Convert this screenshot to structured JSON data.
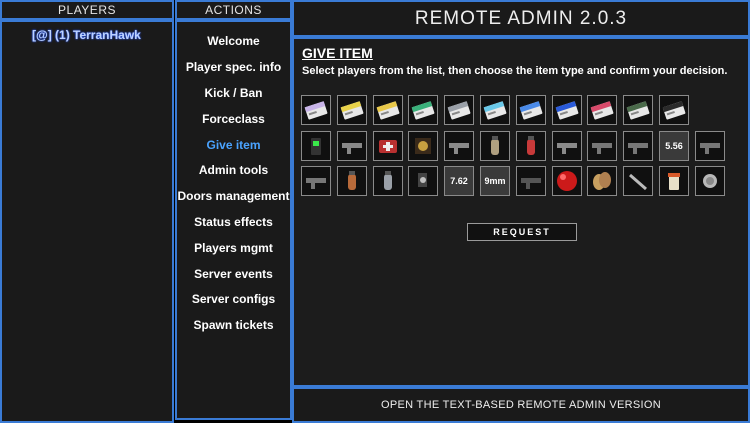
{
  "players_panel": {
    "header": "PLAYERS",
    "entries": [
      "[@] (1) TerranHawk"
    ]
  },
  "actions_panel": {
    "header": "ACTIONS",
    "items": [
      "Welcome",
      "Player spec. info",
      "Kick / Ban",
      "Forceclass",
      "Give item",
      "Admin tools",
      "Doors management",
      "Status effects",
      "Players mgmt",
      "Server events",
      "Server configs",
      "Spawn tickets"
    ],
    "active": "Give item"
  },
  "title": "REMOTE ADMIN 2.0.3",
  "give_item": {
    "heading": "GIVE ITEM",
    "description": "Select players from the list, then choose the item type and confirm your decision.",
    "request_label": "REQUEST",
    "rows": [
      [
        {
          "icon": "keycard-janitor-icon",
          "color": "#c8b4e8"
        },
        {
          "icon": "keycard-scientist-icon",
          "color": "#e8d24a"
        },
        {
          "icon": "keycard-major-scientist-icon",
          "color": "#e8c84a"
        },
        {
          "icon": "keycard-zone-manager-icon",
          "color": "#3ab07a"
        },
        {
          "icon": "keycard-guard-icon",
          "color": "#9aa0a8"
        },
        {
          "icon": "keycard-cadet-icon",
          "color": "#6ac8e8"
        },
        {
          "icon": "keycard-lieutenant-icon",
          "color": "#4a8ae8"
        },
        {
          "icon": "keycard-commander-icon",
          "color": "#2a5ad8"
        },
        {
          "icon": "keycard-facility-manager-icon",
          "color": "#d84a6a"
        },
        {
          "icon": "keycard-chaos-icon",
          "color": "#4a6a4a"
        },
        {
          "icon": "keycard-o5-icon",
          "color": "#2a2a2a"
        }
      ],
      [
        {
          "icon": "radio-icon",
          "color": "#3ae84a"
        },
        {
          "icon": "pistol-icon",
          "color": "#888888"
        },
        {
          "icon": "medkit-icon",
          "color": "#b83030"
        },
        {
          "icon": "flashlight-icon",
          "color": "#c8a040"
        },
        {
          "icon": "micro-hid-icon",
          "color": "#8a8a8a"
        },
        {
          "icon": "coin-bag-icon",
          "color": "#b0a080"
        },
        {
          "icon": "adrenaline-icon",
          "color": "#c83a3a"
        },
        {
          "icon": "disarmer-icon",
          "color": "#8a8a8a"
        },
        {
          "icon": "rifle-icon",
          "color": "#777777"
        },
        {
          "icon": "shotgun-icon",
          "color": "#777777"
        },
        {
          "text": "5.56"
        },
        {
          "icon": "smg-icon",
          "color": "#777777"
        }
      ],
      [
        {
          "icon": "carbine-icon",
          "color": "#777777"
        },
        {
          "icon": "grenade-icon",
          "color": "#b86a3a"
        },
        {
          "icon": "flashbang-icon",
          "color": "#9aa0a8"
        },
        {
          "icon": "usp-icon",
          "color": "#c0c0c0"
        },
        {
          "text": "7.62"
        },
        {
          "text": "9mm"
        },
        {
          "icon": "revolver-icon",
          "color": "#555555"
        },
        {
          "icon": "red-orb-icon",
          "color": "#cc1a1a"
        },
        {
          "icon": "bread-icon",
          "color": "#c8a060"
        },
        {
          "icon": "knife-icon",
          "color": "#bbbbbb"
        },
        {
          "icon": "pill-bottle-icon",
          "color": "#e8e0c8"
        },
        {
          "icon": "coin-icon",
          "color": "#b8b8b8"
        }
      ]
    ]
  },
  "footer": "OPEN THE TEXT-BASED REMOTE ADMIN VERSION"
}
